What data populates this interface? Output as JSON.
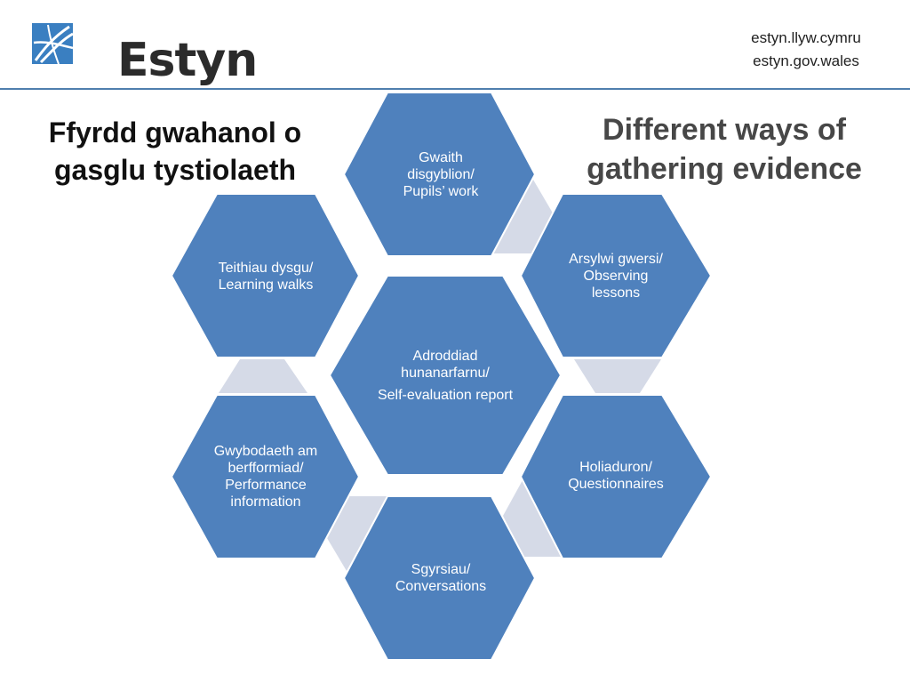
{
  "header": {
    "logo_text": "Estyn",
    "url_cy": "estyn.llyw.cymru",
    "url_en": "estyn.gov.wales"
  },
  "titles": {
    "welsh": "Ffyrdd gwahanol o gasglu tystiolaeth",
    "english": "Different ways of gathering evidence"
  },
  "colors": {
    "hex_fill": "#4f81bd",
    "hex_stroke": "#ffffff",
    "connector": "#d5dae7",
    "rule": "#4f7fae",
    "logo_blue": "#3a7fc1"
  },
  "hexagons": {
    "center": {
      "line1": "Adroddiad",
      "line2": "hunanarfarnu/",
      "line3": "Self-evaluation report"
    },
    "top": {
      "line1": "Gwaith",
      "line2": "disgyblion/",
      "line3": "Pupils’ work"
    },
    "upper_right": {
      "line1": "Arsylwi gwersi/",
      "line2": "Observing",
      "line3": "lessons"
    },
    "lower_right": {
      "line1": "Holiaduron/",
      "line2": "Questionnaires"
    },
    "bottom": {
      "line1": "Sgyrsiau/",
      "line2": "Conversations"
    },
    "lower_left": {
      "line1": "Gwybodaeth am",
      "line2": "berfformiad/",
      "line3": "Performance",
      "line4": "information"
    },
    "upper_left": {
      "line1": "Teithiau dysgu/",
      "line2": "Learning walks"
    }
  }
}
